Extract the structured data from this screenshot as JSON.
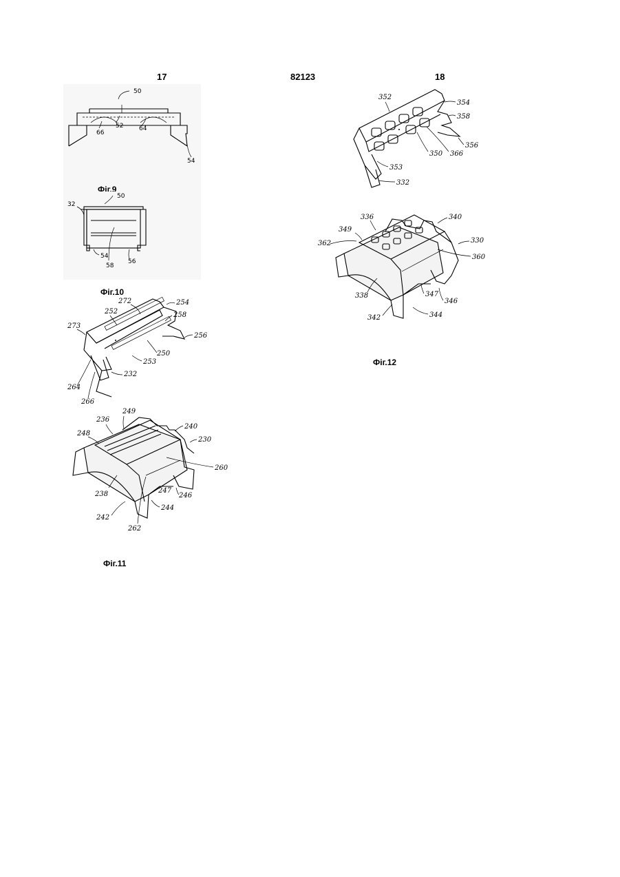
{
  "header": {
    "page_left": "17",
    "patent_number": "82123",
    "page_right": "18"
  },
  "figures": {
    "fig9": {
      "caption": "Фіг.9",
      "labels": {
        "l50": "50",
        "l52": "52",
        "l64": "64",
        "l66": "66",
        "l54": "54"
      }
    },
    "fig10": {
      "caption": "Фіг.10",
      "labels": {
        "l50": "50",
        "l32": "32",
        "l54": "54",
        "l56": "56",
        "l58": "58"
      }
    },
    "fig11": {
      "caption": "Фіг.11",
      "labels": {
        "l272": "272",
        "l254": "254",
        "l252": "252",
        "l258": "258",
        "l273": "273",
        "l256": "256",
        "l250": "250",
        "l253": "253",
        "l264": "264",
        "l232": "232",
        "l266": "266",
        "l249": "249",
        "l236": "236",
        "l240": "240",
        "l248": "248",
        "l230": "230",
        "l260": "260",
        "l247": "247",
        "l246": "246",
        "l238": "238",
        "l244": "244",
        "l242": "242",
        "l262": "262"
      }
    },
    "fig12": {
      "caption": "Фіг.12",
      "labels": {
        "l352": "352",
        "l354": "354",
        "l358": "358",
        "l356": "356",
        "l366": "366",
        "l350": "350",
        "l353": "353",
        "l332": "332",
        "l336": "336",
        "l340": "340",
        "l349": "349",
        "l330": "330",
        "l362": "362",
        "l360": "360",
        "l338": "338",
        "l347": "347",
        "l346": "346",
        "l342": "342",
        "l344": "344"
      }
    }
  }
}
